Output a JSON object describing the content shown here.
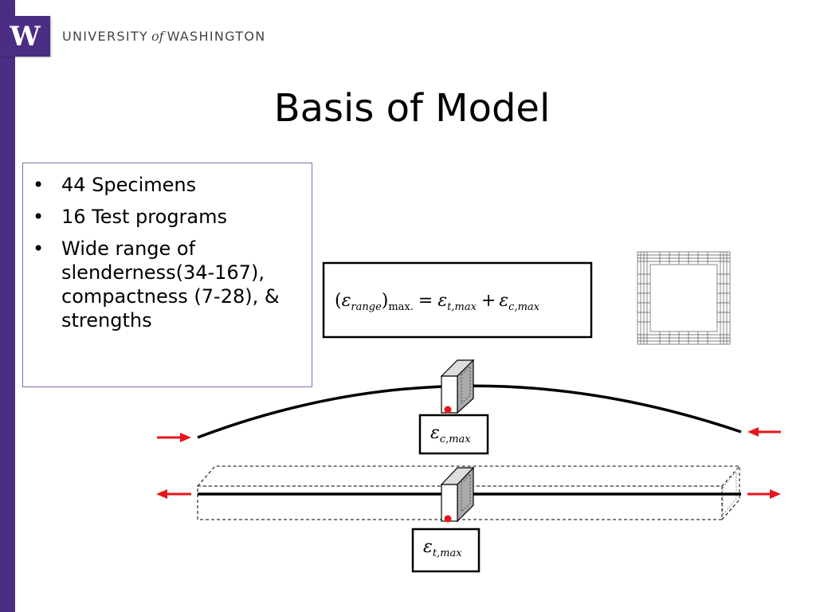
{
  "header": {
    "logo_letter": "W",
    "wordmark_part1": "UNIVERSITY",
    "wordmark_of": "of",
    "wordmark_part2": "WASHINGTON",
    "brand_color": "#4b2e83"
  },
  "slide": {
    "title": "Basis of Model",
    "bullets": [
      "44 Specimens",
      "16 Test programs",
      "Wide range of slenderness(34-167), compactness (7-28), & strengths"
    ]
  },
  "equations": {
    "main": {
      "open_paren": "(",
      "lhs_symbol": "ε",
      "lhs_sub": "range",
      "close_paren": ")",
      "lhs_post_sub": "max.",
      "equals": "=",
      "term1_symbol": "ε",
      "term1_sub": "t,max",
      "plus": "+",
      "term2_symbol": "ε",
      "term2_sub": "c,max"
    },
    "compression_label": {
      "symbol": "ε",
      "sub": "c,max"
    },
    "tension_label": {
      "symbol": "ε",
      "sub": "t,max"
    }
  },
  "colors": {
    "arrow": "#e8161a",
    "point": "#e8161a",
    "stroke": "#000000",
    "section_fill": "#aaaaaa"
  }
}
